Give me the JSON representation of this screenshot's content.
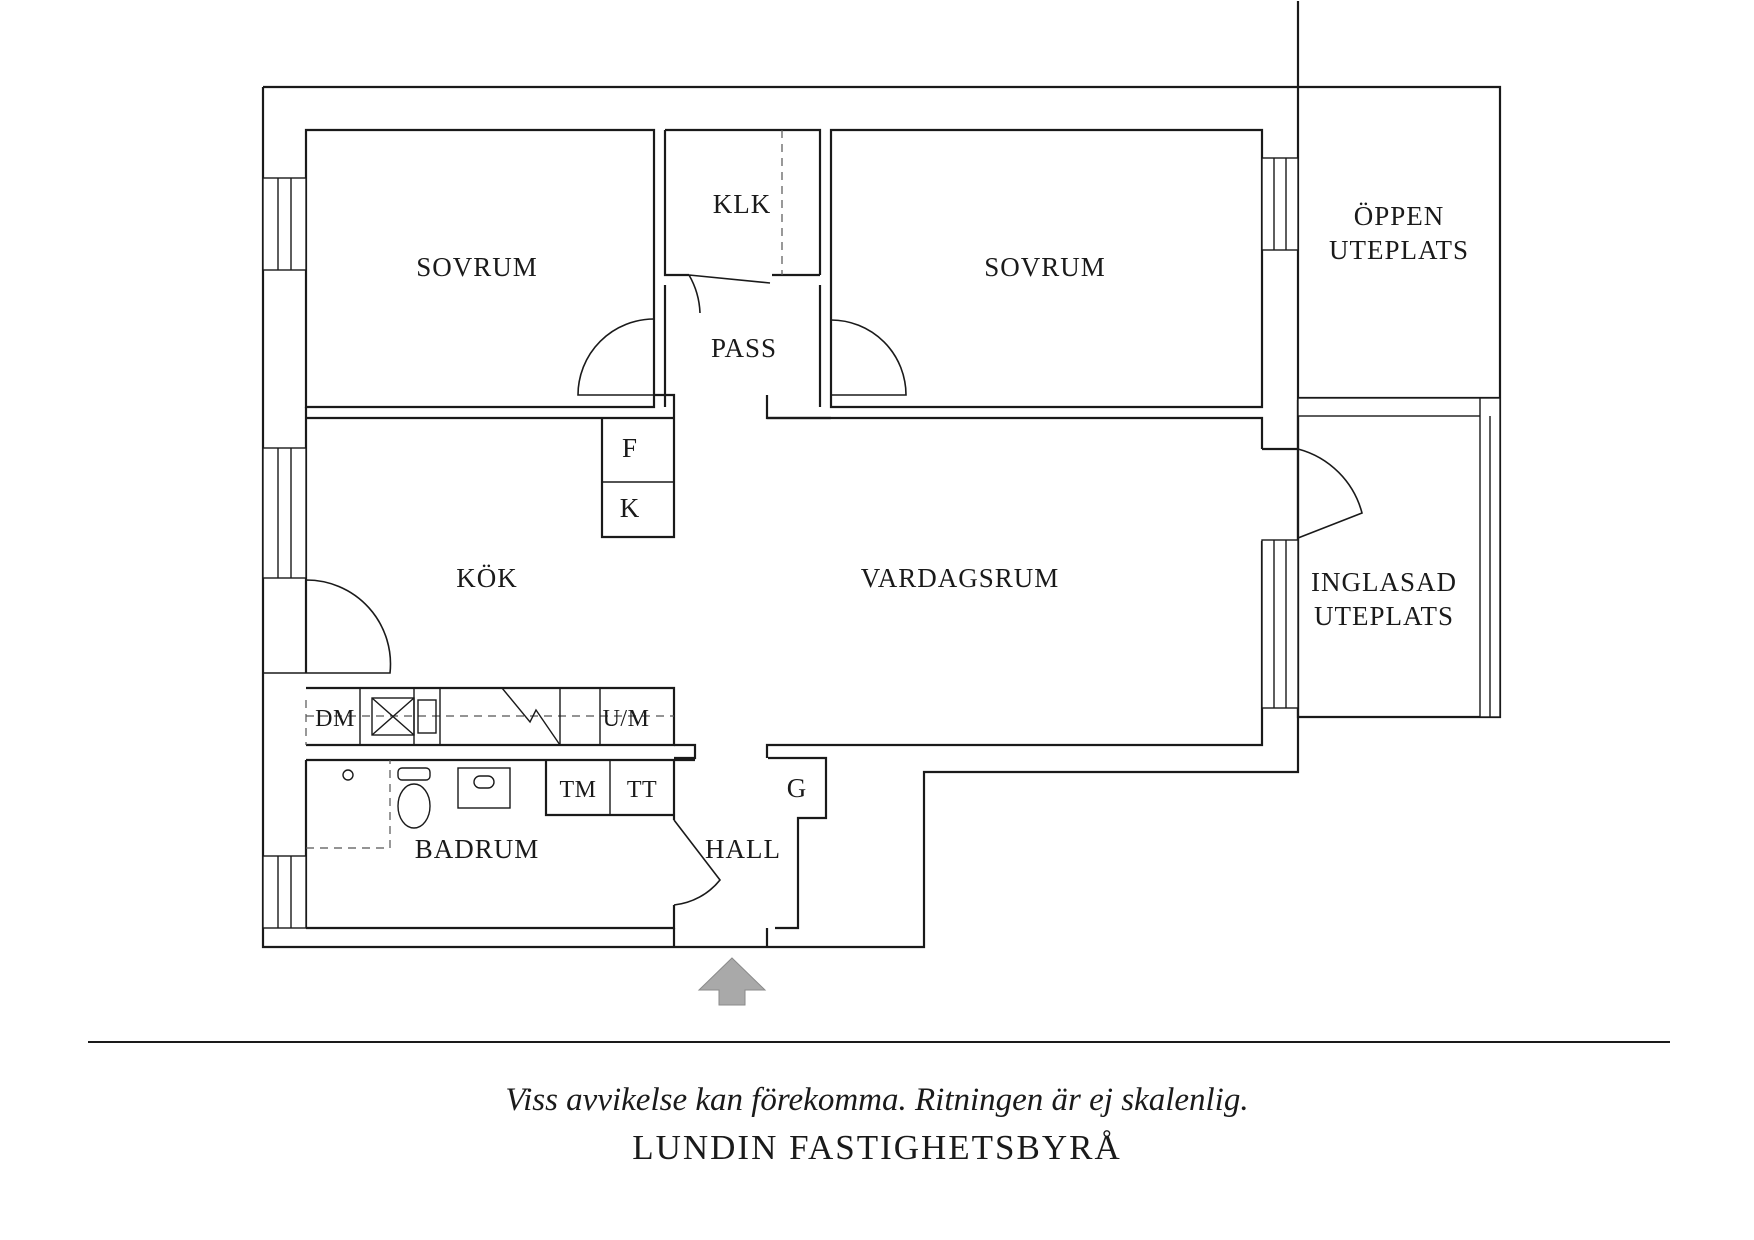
{
  "rooms": {
    "sovrum_left": "SOVRUM",
    "klk": "KLK",
    "sovrum_right": "SOVRUM",
    "oppen_line1": "ÖPPEN",
    "oppen_line2": "UTEPLATS",
    "pass": "PASS",
    "fridge": "F",
    "freezer": "K",
    "kok": "KÖK",
    "vardagsrum": "VARDAGSRUM",
    "inglasad_line1": "INGLASAD",
    "inglasad_line2": "UTEPLATS",
    "dishwasher": "DM",
    "microwave": "U/M",
    "washer": "TM",
    "dryer": "TT",
    "wardrobe_g": "G",
    "badrum": "BADRUM",
    "hall": "HALL"
  },
  "footer": {
    "disclaimer": "Viss avvikelse kan förekomma. Ritningen är ej skalenlig.",
    "company": "LUNDIN FASTIGHETSBYRÅ"
  },
  "colors": {
    "line": "#1a1a1a",
    "entrance_arrow": "#a9a9a9"
  },
  "icons": [
    "entrance-arrow-icon",
    "toilet-icon",
    "sink-icon",
    "stove-icon",
    "shower-fixture-icon"
  ]
}
